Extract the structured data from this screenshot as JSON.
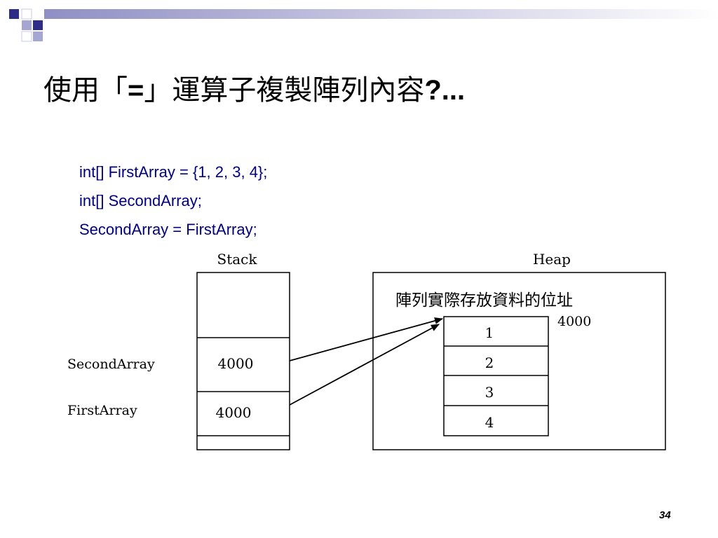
{
  "slide": {
    "title_prefix": "使用「",
    "title_op": "=",
    "title_mid": "」運算子複製陣列內容",
    "title_suffix": "?...",
    "page_number": "34"
  },
  "code": [
    "int[] FirstArray = {1, 2, 3, 4};",
    "int[] SecondArray;",
    "SecondArray = FirstArray;"
  ],
  "diagram": {
    "stack_label": "Stack",
    "heap_label": "Heap",
    "heap_caption": "陣列實際存放資料的位址",
    "heap_address": "4000",
    "vars": [
      {
        "name": "SecondArray",
        "value": "4000"
      },
      {
        "name": "FirstArray",
        "value": "4000"
      }
    ],
    "array_cells": [
      "1",
      "2",
      "3",
      "4"
    ]
  },
  "colors": {
    "code_text": "#000080",
    "deco_dark": "#2e2e8a",
    "deco_light": "#9999cc"
  }
}
